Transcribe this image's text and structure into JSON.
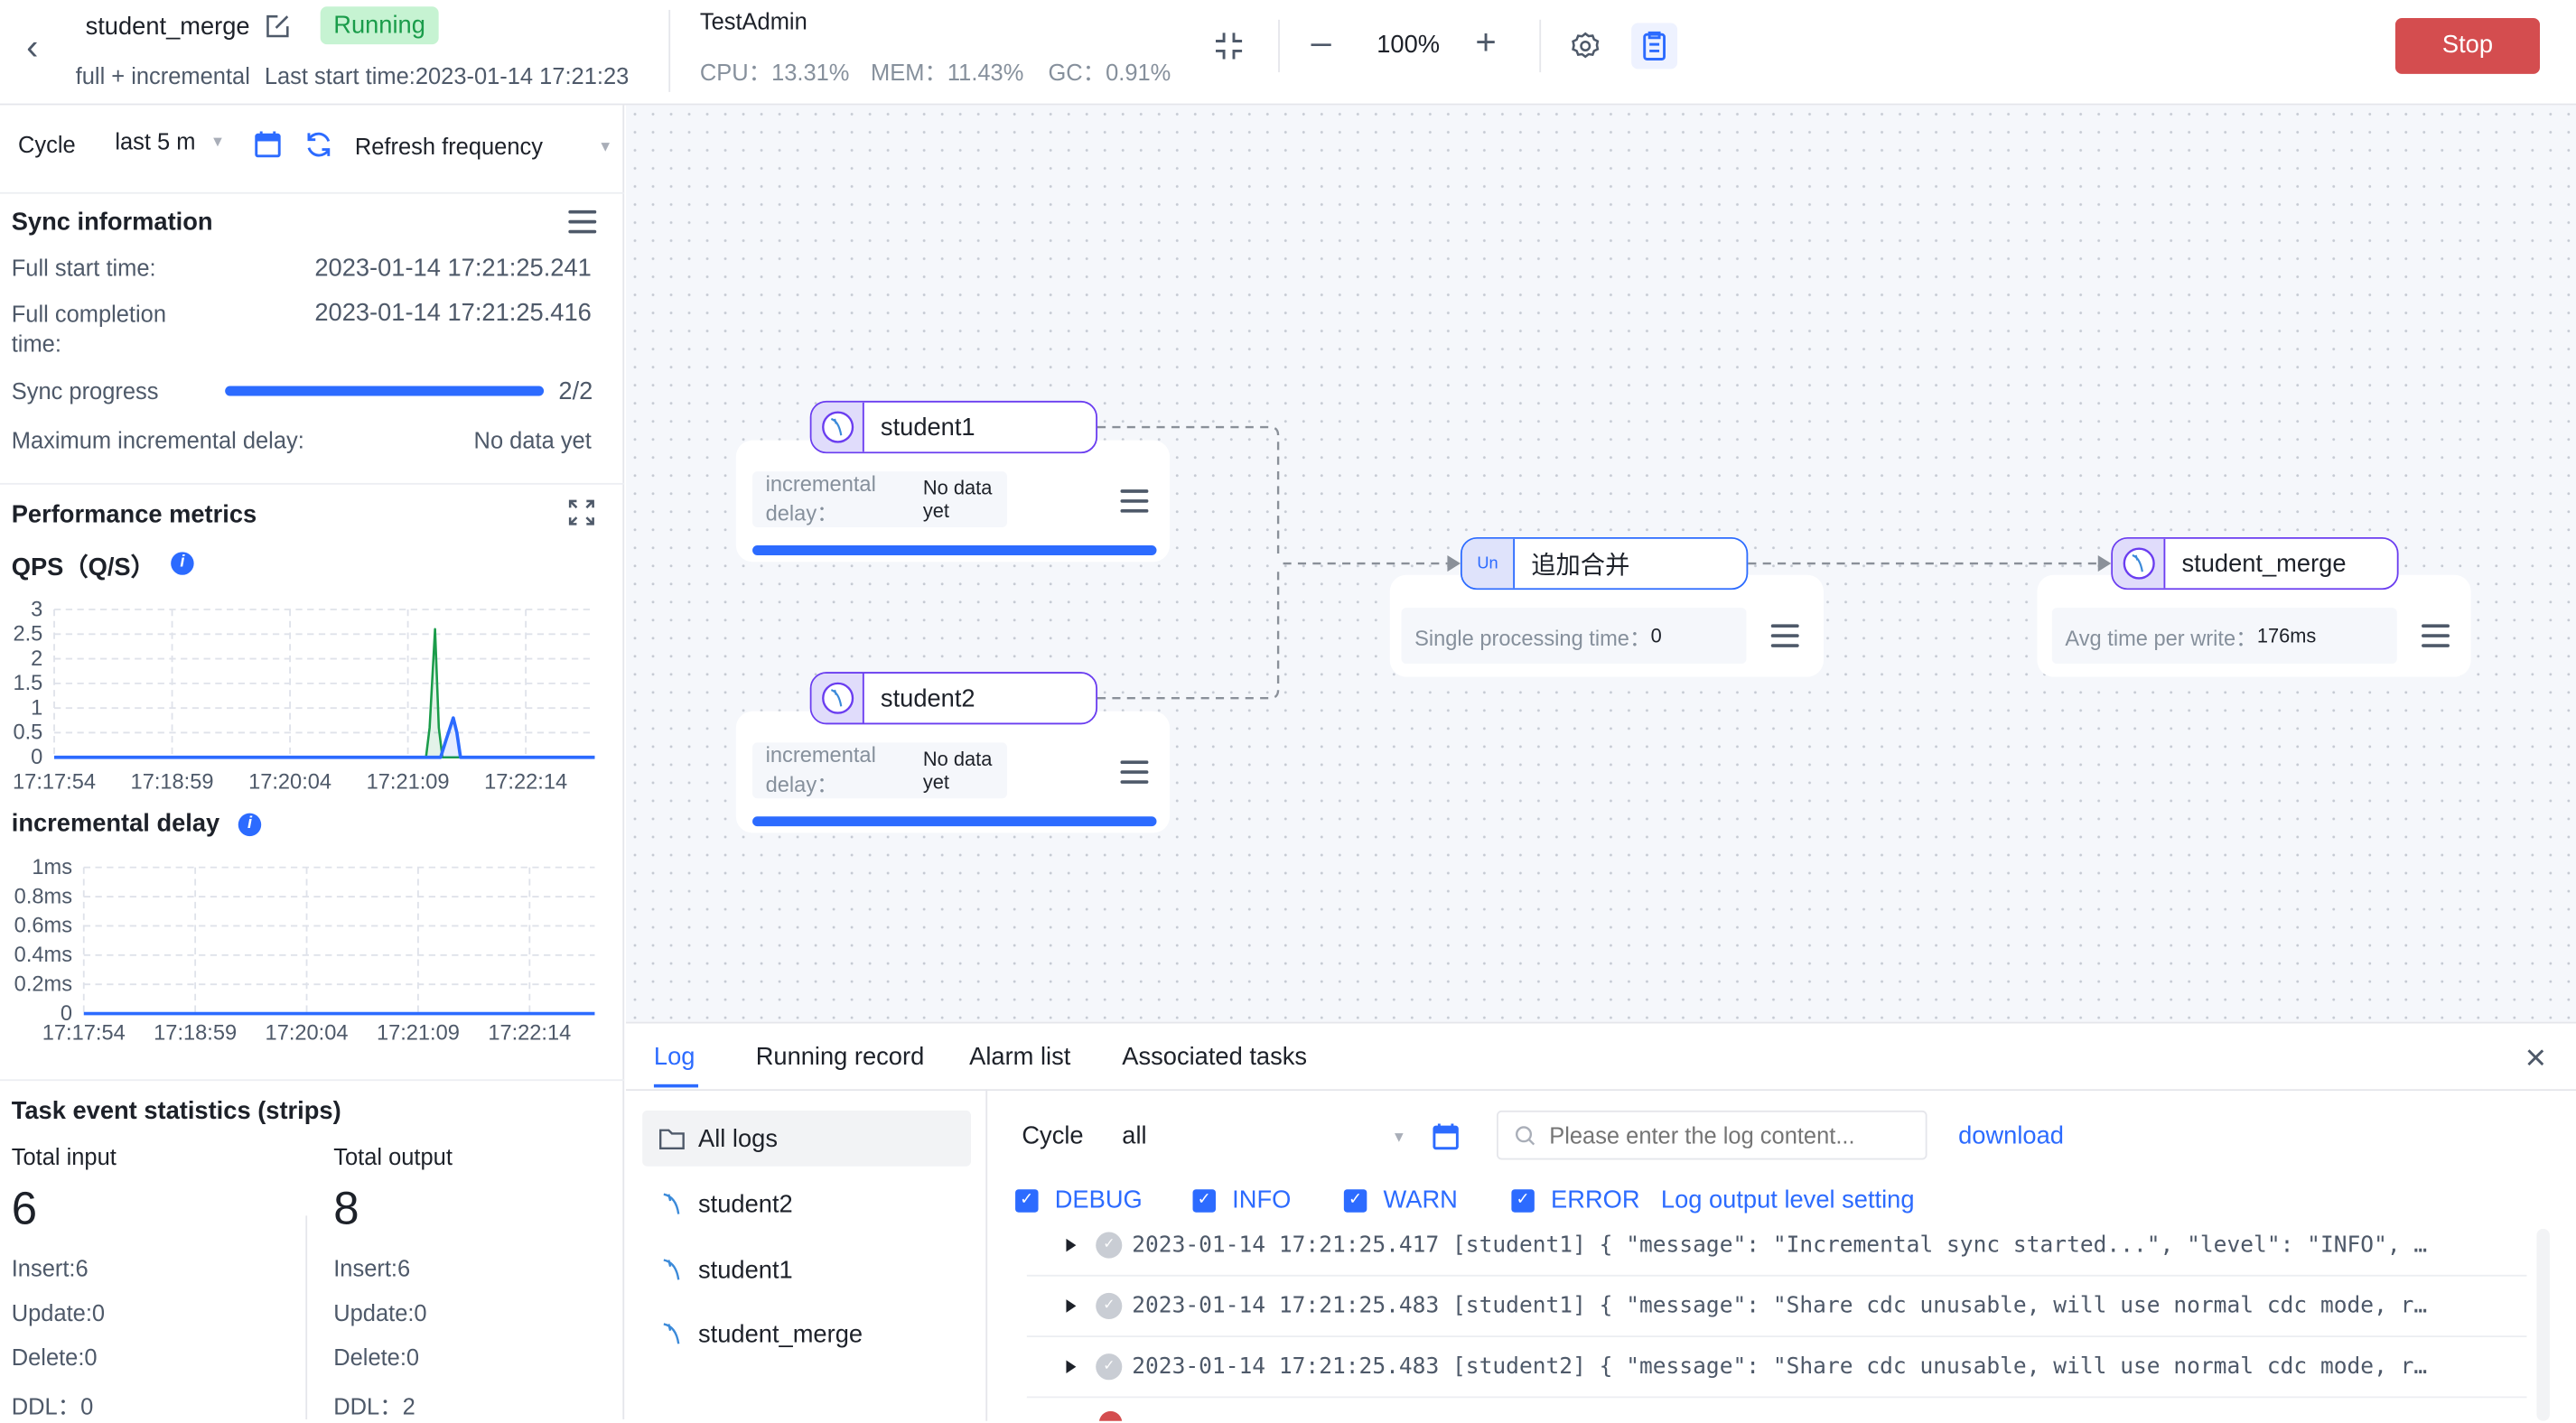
{
  "header": {
    "task_name": "student_merge",
    "status": "Running",
    "sync_type": "full + incremental",
    "last_start": "Last start time:2023-01-14 17:21:23",
    "agent": "TestAdmin",
    "cpu": "CPU：13.31%",
    "mem": "MEM：11.43%",
    "gc": "GC：0.91%",
    "zoom": "100%",
    "stop_label": "Stop",
    "colors": {
      "running_bg": "#c6f3d2",
      "running_text": "#1a9c4a",
      "stop": "#d44d4f",
      "accent": "#2c6bff"
    }
  },
  "left": {
    "cycle_label": "Cycle",
    "cycle_value": "last 5 m",
    "refresh_label": "Refresh frequency",
    "sync": {
      "title": "Sync information",
      "full_start_label": "Full start time:",
      "full_start_value": "2023-01-14 17:21:25.241",
      "full_completion_label": "Full completion time:",
      "full_completion_value": "2023-01-14 17:21:25.416",
      "progress_label": "Sync progress",
      "progress_value": "2/2",
      "progress_fraction": 1.0,
      "max_delay_label": "Maximum incremental delay:",
      "max_delay_value": "No data yet"
    },
    "perf": {
      "title": "Performance metrics",
      "qps_title": "QPS（Q/S）",
      "delay_title": "incremental delay"
    },
    "stats": {
      "title": "Task event statistics (strips)",
      "input": {
        "label": "Total input",
        "total": "6",
        "insert": "Insert:6",
        "update": "Update:0",
        "delete": "Delete:0",
        "ddl": "DDL：0"
      },
      "output": {
        "label": "Total output",
        "total": "8",
        "insert": "Insert:6",
        "update": "Update:0",
        "delete": "Delete:0",
        "ddl": "DDL：2"
      }
    }
  },
  "chart_data": [
    {
      "type": "line",
      "title": "QPS（Q/S）",
      "x_ticks": [
        "17:17:54",
        "17:18:59",
        "17:20:04",
        "17:21:09",
        "17:22:14"
      ],
      "xlim": [
        "17:17:54",
        "17:22:52"
      ],
      "y_ticks": [
        "0",
        "0.5",
        "1",
        "1.5",
        "2",
        "2.5",
        "3"
      ],
      "ylim": [
        0,
        3
      ],
      "grid": true,
      "series": [
        {
          "color": "#1a9c4a",
          "points": [
            [
              "17:17:54",
              0
            ],
            [
              "17:21:19",
              0
            ],
            [
              "17:21:21",
              0.6
            ],
            [
              "17:21:24",
              2.6
            ],
            [
              "17:21:26",
              0.6
            ],
            [
              "17:21:28",
              0
            ],
            [
              "17:22:52",
              0
            ]
          ]
        },
        {
          "color": "#2c6bff",
          "points": [
            [
              "17:17:54",
              0
            ],
            [
              "17:21:27",
              0
            ],
            [
              "17:21:30",
              0.35
            ],
            [
              "17:21:34",
              0.8
            ],
            [
              "17:21:36",
              0.5
            ],
            [
              "17:21:38",
              0
            ],
            [
              "17:22:52",
              0
            ]
          ]
        }
      ]
    },
    {
      "type": "line",
      "title": "incremental delay",
      "x_ticks": [
        "17:17:54",
        "17:18:59",
        "17:20:04",
        "17:21:09",
        "17:22:14"
      ],
      "xlim": [
        "17:17:54",
        "17:22:52"
      ],
      "y_ticks": [
        "0",
        "0.2ms",
        "0.4ms",
        "0.6ms",
        "0.8ms",
        "1ms"
      ],
      "ylim": [
        0,
        1
      ],
      "grid": true,
      "series": [
        {
          "color": "#2c6bff",
          "points": [
            [
              "17:17:54",
              0
            ],
            [
              "17:22:52",
              0
            ]
          ]
        }
      ]
    }
  ],
  "canvas": {
    "sources": [
      {
        "name": "student1",
        "metric_label": "incremental delay：",
        "metric_value": "No data yet",
        "progress": 1.0
      },
      {
        "name": "student2",
        "metric_label": "incremental delay：",
        "metric_value": "No data yet",
        "progress": 1.0
      }
    ],
    "merge": {
      "badge": "Un",
      "name": "追加合并",
      "metric_label": "Single processing time：",
      "metric_value": "0"
    },
    "target": {
      "name": "student_merge",
      "metric_label": "Avg time per write：",
      "metric_value": "176ms"
    }
  },
  "bottom": {
    "tabs": [
      "Log",
      "Running record",
      "Alarm list",
      "Associated tasks"
    ],
    "active_tab": "Log",
    "sources": [
      "All logs",
      "student2",
      "student1",
      "student_merge"
    ],
    "cycle_label": "Cycle",
    "cycle_value": "all",
    "search_placeholder": "Please enter the log content...",
    "download": "download",
    "levels": [
      "DEBUG",
      "INFO",
      "WARN",
      "ERROR"
    ],
    "level_setting": "Log output level setting",
    "logs": [
      "2023-01-14 17:21:25.417 [student1] { \"message\": \"Incremental sync started...\", \"level\": \"INFO\", …",
      "2023-01-14 17:21:25.483 [student1] { \"message\": \"Share cdc unusable, will use normal cdc mode, r…",
      "2023-01-14 17:21:25.483 [student2] { \"message\": \"Share cdc unusable, will use normal cdc mode, r…"
    ]
  }
}
